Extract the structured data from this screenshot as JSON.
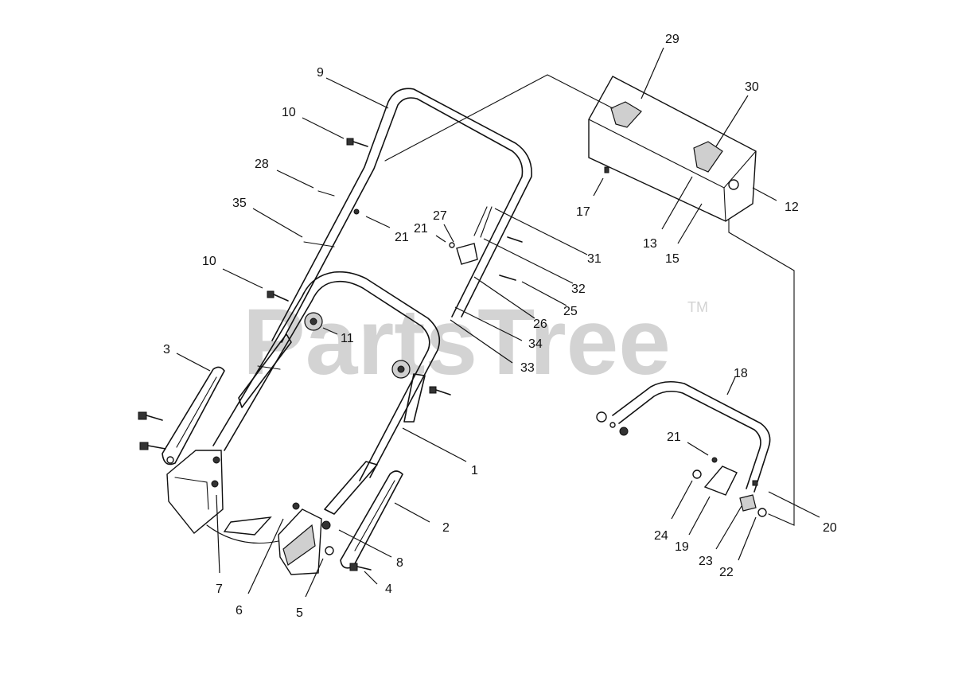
{
  "watermark": {
    "brand_text": "PartsTree",
    "trademark": "TM"
  },
  "callouts": [
    {
      "id": "c1",
      "label": "1"
    },
    {
      "id": "c2",
      "label": "2"
    },
    {
      "id": "c3",
      "label": "3"
    },
    {
      "id": "c4",
      "label": "4"
    },
    {
      "id": "c5",
      "label": "5"
    },
    {
      "id": "c6",
      "label": "6"
    },
    {
      "id": "c7",
      "label": "7"
    },
    {
      "id": "c8",
      "label": "8"
    },
    {
      "id": "c9",
      "label": "9"
    },
    {
      "id": "c10a",
      "label": "10"
    },
    {
      "id": "c10b",
      "label": "10"
    },
    {
      "id": "c11",
      "label": "11"
    },
    {
      "id": "c12",
      "label": "12"
    },
    {
      "id": "c13",
      "label": "13"
    },
    {
      "id": "c15",
      "label": "15"
    },
    {
      "id": "c17",
      "label": "17"
    },
    {
      "id": "c18",
      "label": "18"
    },
    {
      "id": "c19",
      "label": "19"
    },
    {
      "id": "c20",
      "label": "20"
    },
    {
      "id": "c21a",
      "label": "21"
    },
    {
      "id": "c21b",
      "label": "21"
    },
    {
      "id": "c21c",
      "label": "21"
    },
    {
      "id": "c22",
      "label": "22"
    },
    {
      "id": "c23",
      "label": "23"
    },
    {
      "id": "c24",
      "label": "24"
    },
    {
      "id": "c25",
      "label": "25"
    },
    {
      "id": "c26",
      "label": "26"
    },
    {
      "id": "c27",
      "label": "27"
    },
    {
      "id": "c28",
      "label": "28"
    },
    {
      "id": "c29",
      "label": "29"
    },
    {
      "id": "c30",
      "label": "30"
    },
    {
      "id": "c31",
      "label": "31"
    },
    {
      "id": "c32",
      "label": "32"
    },
    {
      "id": "c33",
      "label": "33"
    },
    {
      "id": "c34",
      "label": "34"
    },
    {
      "id": "c35",
      "label": "35"
    }
  ]
}
